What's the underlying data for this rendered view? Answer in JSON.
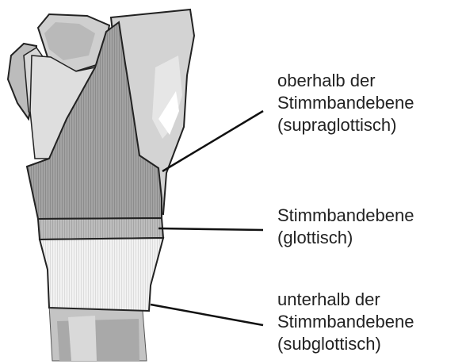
{
  "labels": {
    "supraglottic": [
      "oberhalb der",
      "Stimmbandebene",
      "(supraglottisch)"
    ],
    "glottic": [
      "Stimmbandebene",
      "(glottisch)"
    ],
    "subglottic": [
      "unterhalb der",
      "Stimmbandebene",
      "(subglottisch)"
    ]
  },
  "colors": {
    "outline": "#222222",
    "supraglottic_fill": "#9a9a9a",
    "glottic_fill": "#b5b5b5",
    "subglottic_fill": "#ededed",
    "cartilage_fill": "#cfcfcf"
  }
}
